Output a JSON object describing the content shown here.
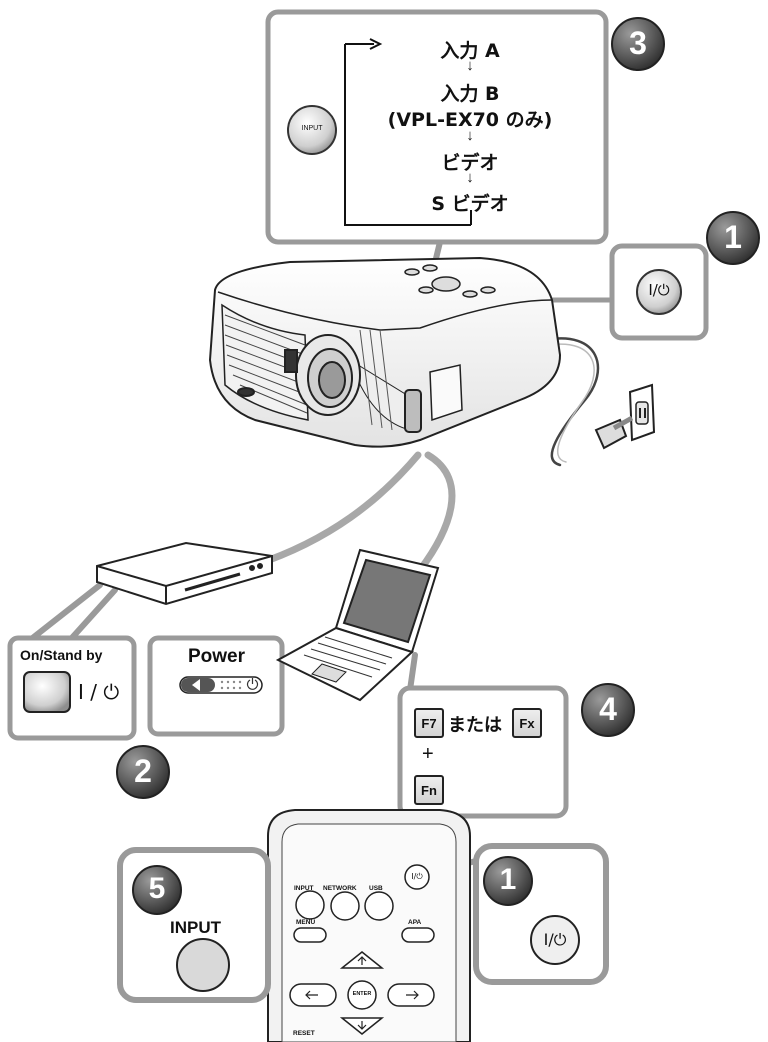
{
  "input_sequence": {
    "steps": [
      "入力 A",
      "入力 B",
      "(VPL-EX70 のみ)",
      "ビデオ",
      "S ビデオ"
    ],
    "arrow": "↓",
    "button_label": "INPUT"
  },
  "step_numbers": [
    "1",
    "2",
    "3",
    "4",
    "5"
  ],
  "power_button_symbol": "I/⏻",
  "vcr_panel": {
    "label": "On/Stand by",
    "symbol": "I / ⏻"
  },
  "laptop_panel": {
    "label": "Power"
  },
  "keyboard_panel": {
    "key1": "F7",
    "or_text": "または",
    "key2": "Fx",
    "plus": "+",
    "key3": "Fn"
  },
  "remote": {
    "buttons": [
      "INPUT",
      "NETWORK",
      "USB",
      "MENU",
      "APA",
      "ENTER",
      "RESET"
    ],
    "power_symbol": "I/⏻"
  },
  "input_callout": {
    "label": "INPUT"
  },
  "colors": {
    "panel_border": "#9a9a9a",
    "cable": "#a8a8a8",
    "badge": "#555555"
  }
}
